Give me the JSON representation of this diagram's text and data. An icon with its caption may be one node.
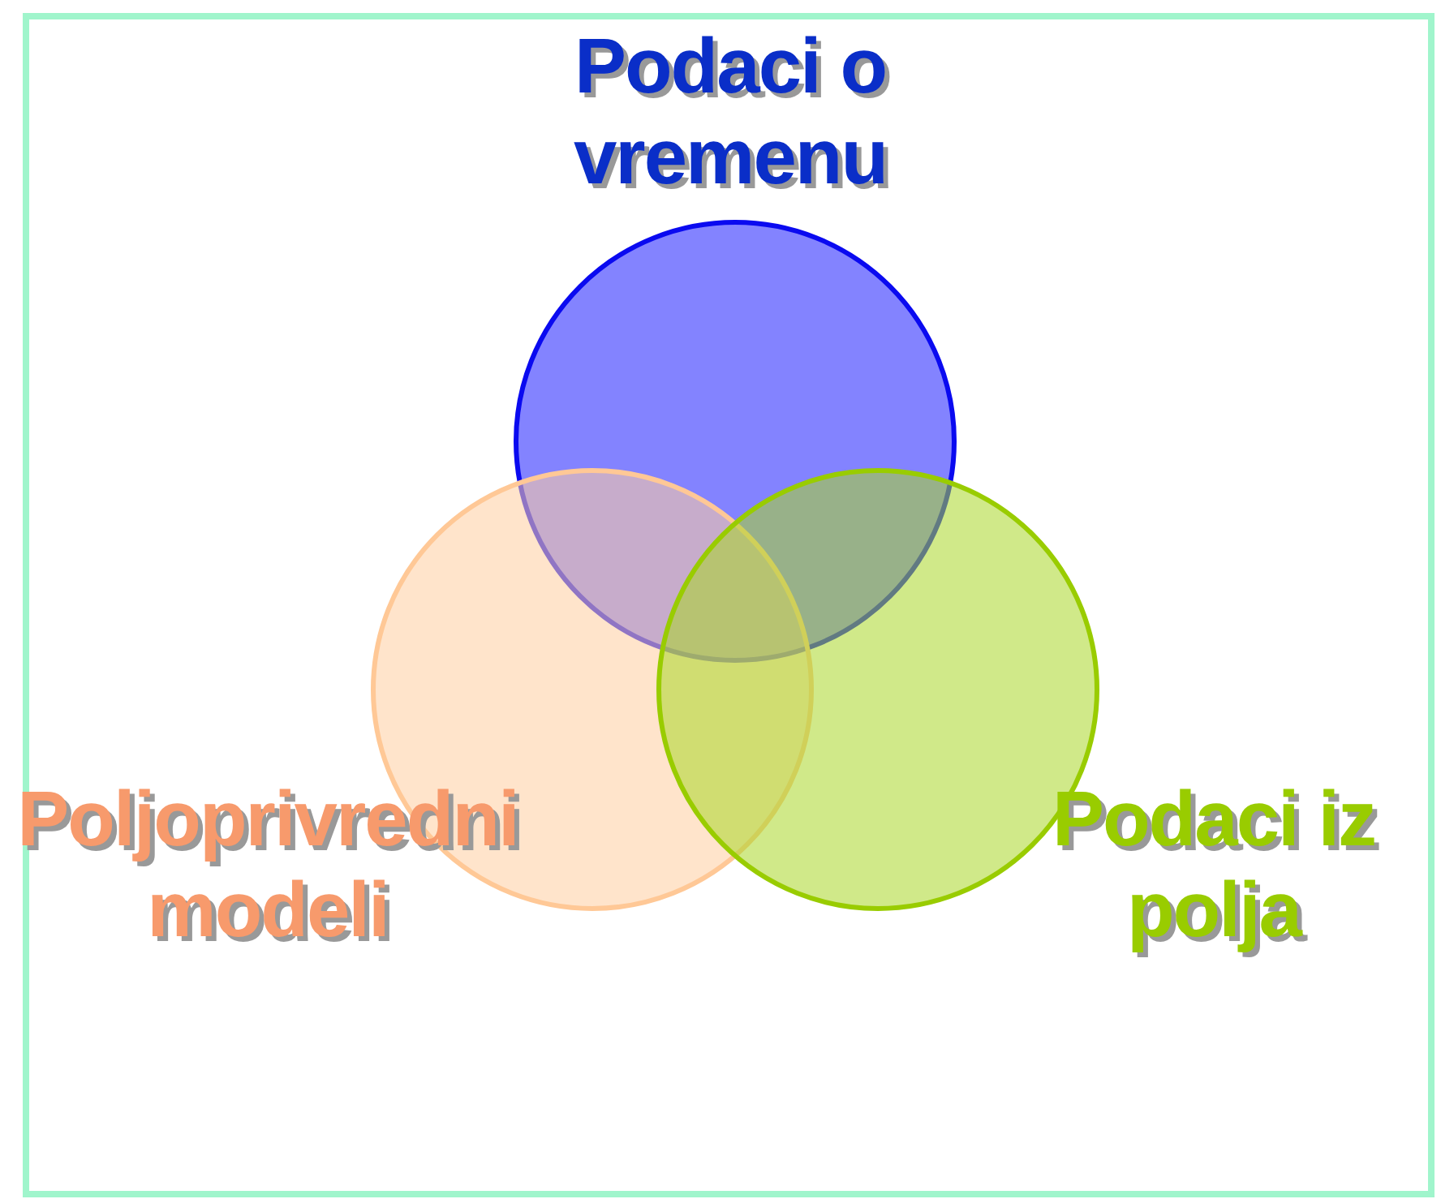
{
  "diagram": {
    "nodes": [
      {
        "text": [
          "Podaci o vremenu"
        ]
      },
      {
        "text": [
          "Poljoprivredni modeli"
        ]
      },
      {
        "text": [
          "Podaci iz polja"
        ]
      }
    ]
  }
}
